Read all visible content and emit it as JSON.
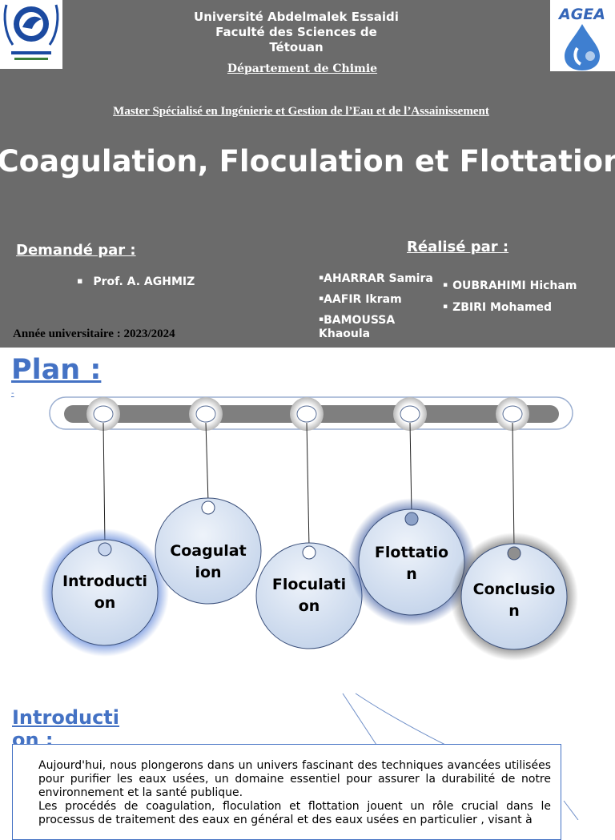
{
  "cover": {
    "university_lines": [
      "Université Abdelmalek Essaidi",
      "Faculté des Sciences de Tétouan"
    ],
    "department": "Département de Chimie",
    "master": "Master Spécialisé en Ingénierie et Gestion de l’Eau et de l’Assainissement",
    "title": "Coagulation, Floculation et Flottation",
    "requested_by_label": "Demandé par :",
    "professor": "Prof. A. AGHMIZ",
    "made_by_label": "Réalisé par :",
    "authors_left": [
      "AHARRAR Samira",
      "AAFIR Ikram",
      "BAMOUSSA Khaoula"
    ],
    "authors_right": [
      "OUBRAHIMI Hicham",
      "ZBIRI Mohamed"
    ],
    "year": "Année universitaire : 2023/2024",
    "logo_right_text": "AGEA",
    "colors": {
      "background": "#6b6b6b",
      "text": "#ffffff"
    }
  },
  "plan": {
    "title": "Plan :",
    "link_mark": "-",
    "items": [
      "Introduction",
      "Coagulation",
      "Floculation",
      "Flottation",
      "Conclusion"
    ],
    "items_display": [
      "Introducti\non",
      "Coagulat\nion",
      "Floculati\non",
      "Flottatio\nn",
      "Conclusio\nn"
    ],
    "colors": {
      "accent": "#4472c4",
      "bar": "#7f7f7f",
      "circle": "#cfdcee"
    }
  },
  "introduction": {
    "title": "Introducti on :",
    "title_lines": [
      "Introducti",
      "on :"
    ],
    "paragraphs": [
      "Aujourd'hui, nous plongerons dans un univers fascinant des techniques avancées utilisées pour purifier les eaux usées, un domaine essentiel pour assurer la durabilité de notre environnement et la santé publique.",
      "Les procédés de coagulation, floculation et flottation jouent un rôle crucial dans le processus de traitement des eaux en général et des eaux usées en particulier , visant à"
    ]
  }
}
